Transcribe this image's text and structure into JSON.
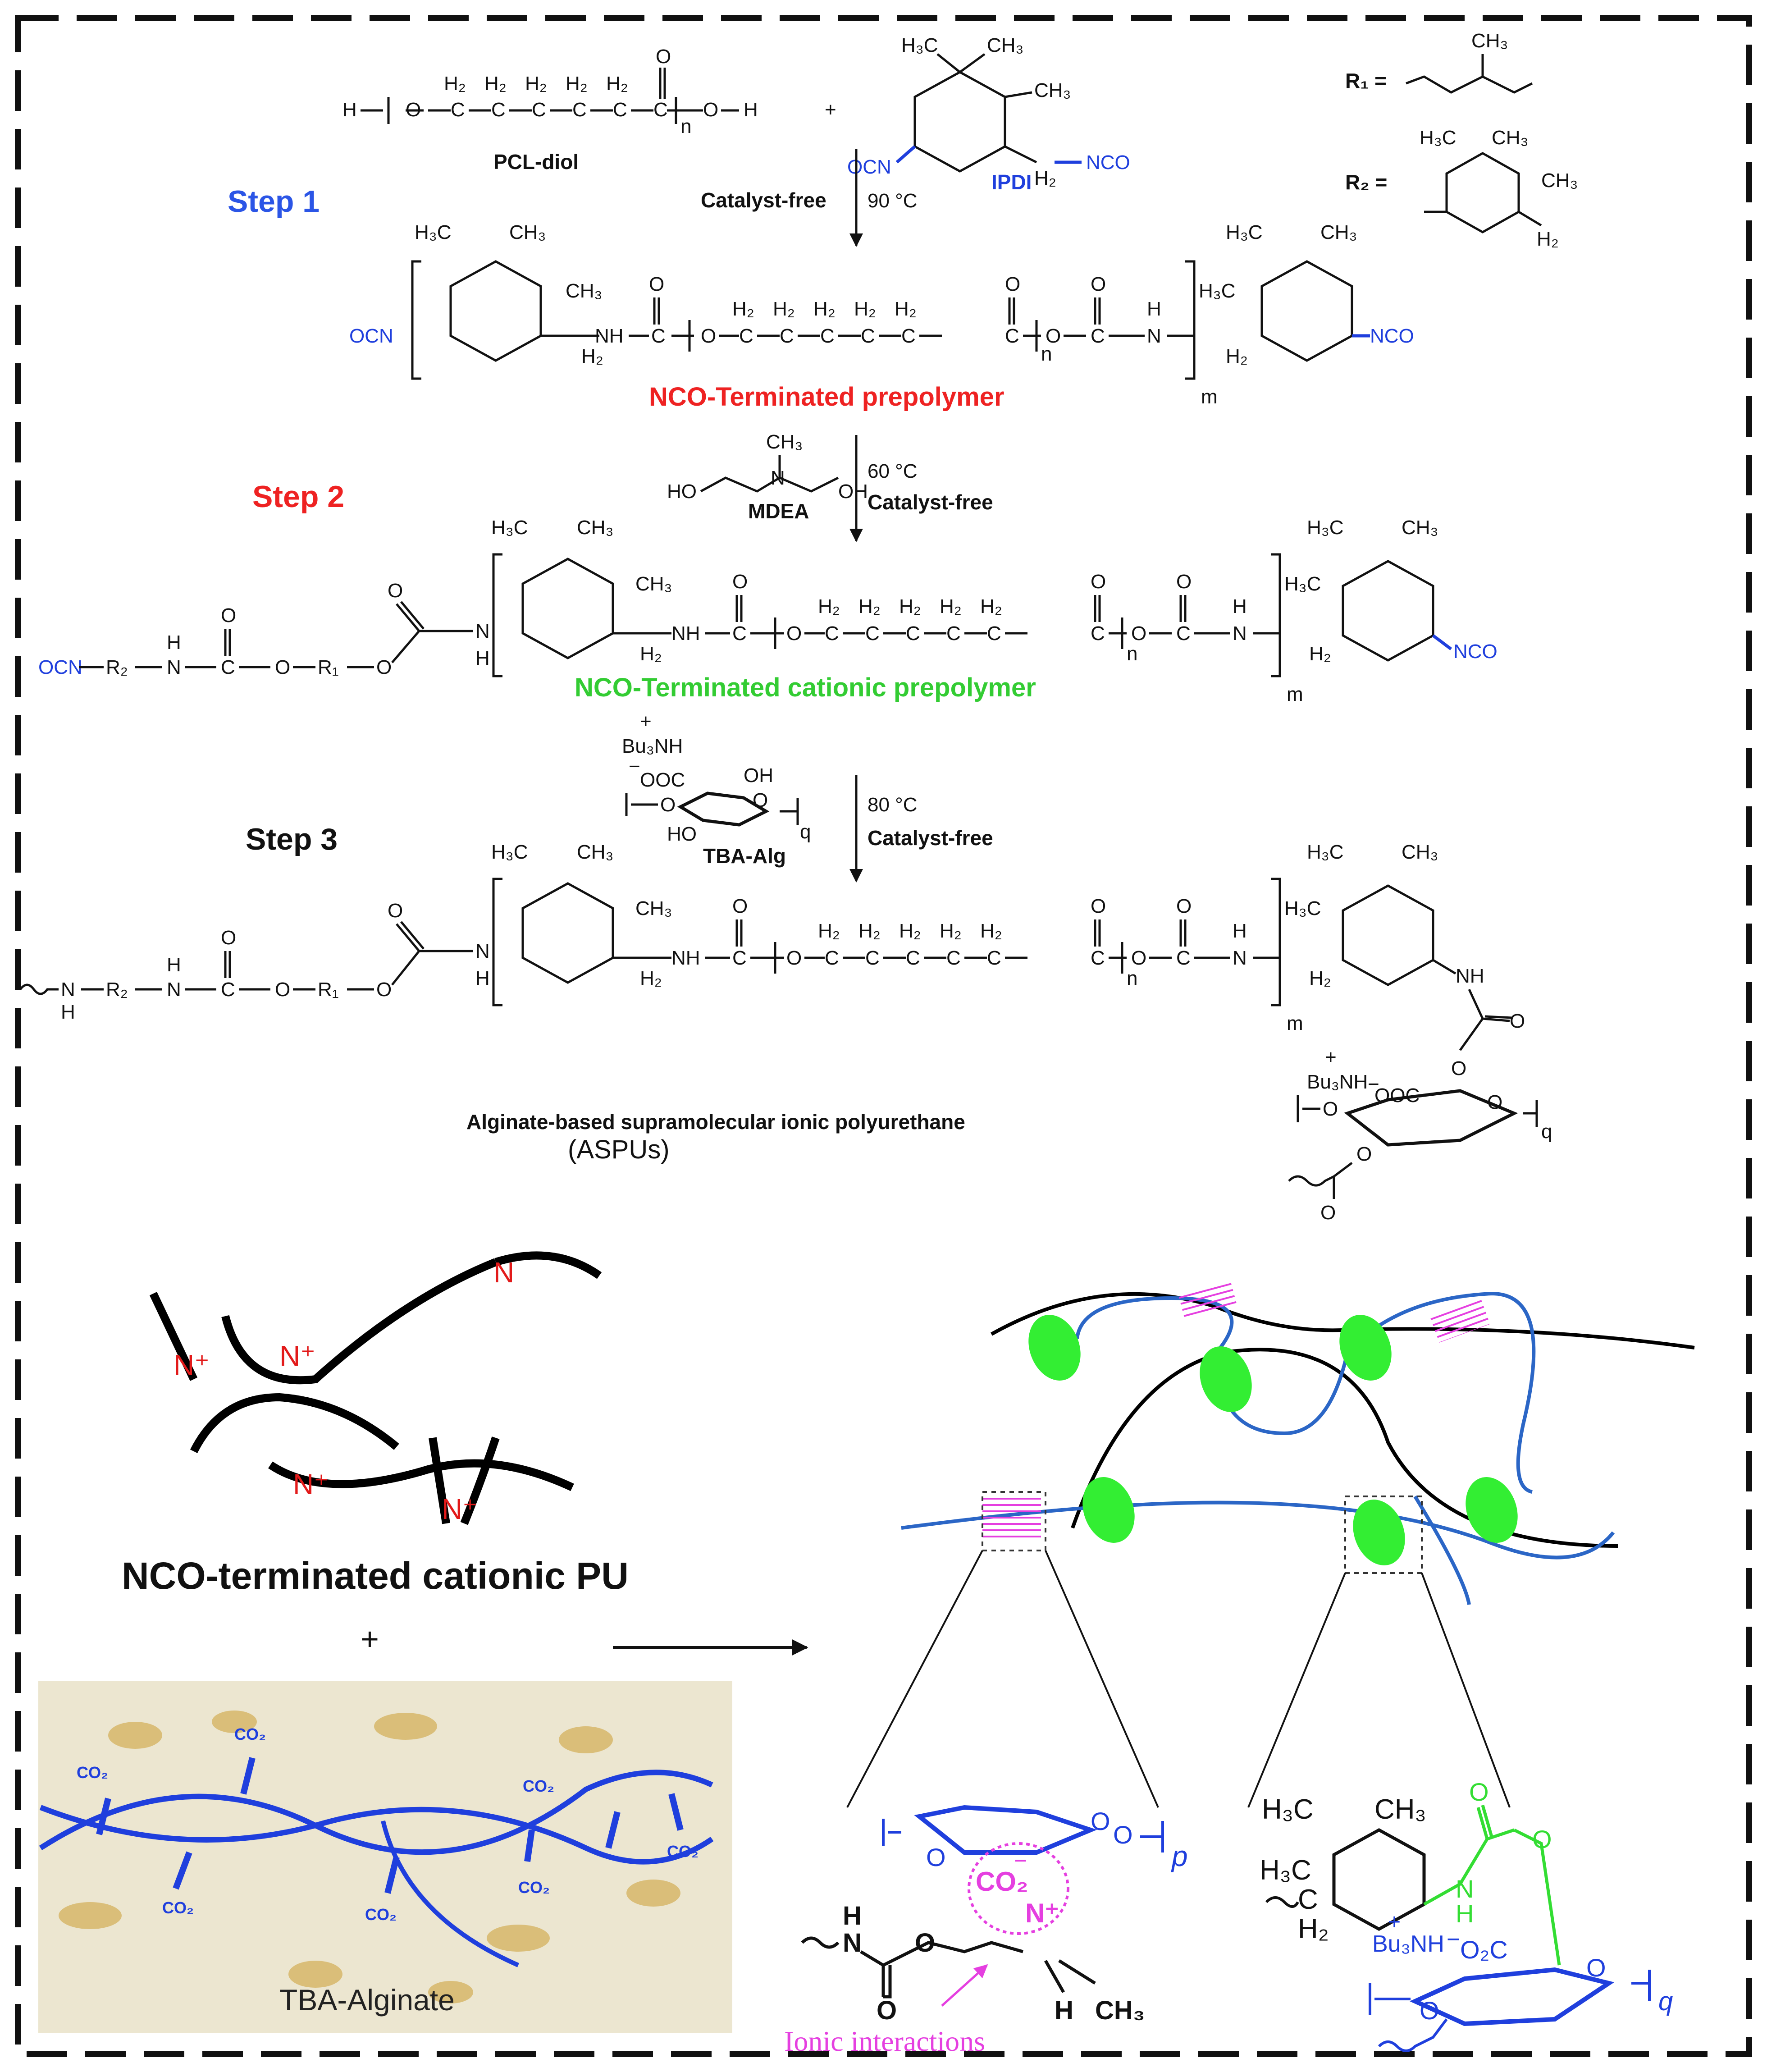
{
  "colors": {
    "step1": "#2b55e6",
    "step2": "#ee2222",
    "step3": "#111111",
    "nco_prepolymer": "#ee2222",
    "nco_cationic": "#33cc33",
    "blue_struct": "#1f3fdd",
    "magenta": "#e53fe0",
    "green_ring": "#33ee33"
  },
  "steps": {
    "step1": "Step 1",
    "step2": "Step 2",
    "step3": "Step 3"
  },
  "reactants": {
    "pcl": "PCL-diol",
    "plus": "+",
    "ipdi": "IPDI",
    "mdea": "MDEA",
    "tba_alg": "TBA-Alg"
  },
  "conditions": {
    "c1_left": "Catalyst-free",
    "c1_right": "90 °C",
    "c2_temp": "60 °C",
    "c2_cat": "Catalyst-free",
    "c3_temp": "80 °C",
    "c3_cat": "Catalyst-free"
  },
  "defs": {
    "r1": "R₁ =",
    "r2": "R₂ ="
  },
  "products": {
    "p1": "NCO-Terminated prepolymer",
    "p2": "NCO-Terminated cationic prepolymer",
    "p3": "Alginate-based supramolecular ionic polyurethane",
    "p3_abbr": "(ASPUs)"
  },
  "atoms": {
    "ocn": "OCN",
    "nco": "NCO",
    "nh": "NH",
    "h": "H",
    "o": "O",
    "oh": "OH",
    "ho": "HO",
    "n": "N",
    "ch3": "CH₃",
    "h3c": "H₃C",
    "h2": "H₂",
    "c": "C",
    "m": "m",
    "n_sub": "n",
    "q": "q",
    "p": "p",
    "bu3nh": "Bu₃NH",
    "ooc": "OOC",
    "r1": "R₁",
    "r2": "R₂",
    "co2": "CO₂",
    "o2c": "O₂C",
    "nplus": "N⁺",
    "minus": "−",
    "plus": "+"
  },
  "bottom": {
    "cationic_pu": "NCO-terminated cationic PU",
    "plus": "+",
    "tba_alginate": "TBA-Alginate",
    "ionic": "Ionic  interactions"
  }
}
